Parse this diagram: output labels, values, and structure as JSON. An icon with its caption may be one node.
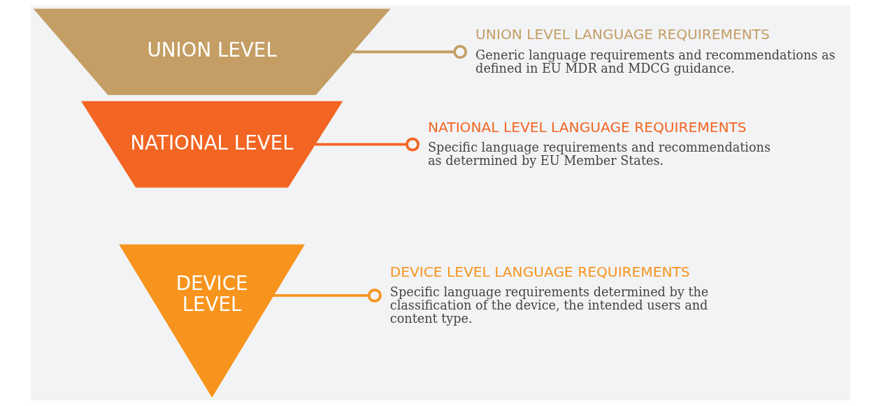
{
  "diagram": {
    "nodes": [
      {
        "text": [
          "UNION LEVEL"
        ]
      },
      {
        "text": [
          "NATIONAL LEVEL"
        ]
      },
      {
        "text": [
          "DEVICE LEVEL"
        ]
      },
      {
        "text": [
          "UNION LEVEL LANGUAGE REQUIREMENTS",
          "Generic language requirements and recommendations as defined in EU MDR and MDCG guidance."
        ]
      },
      {
        "text": [
          "NATIONAL LEVEL LANGUAGE REQUIREMENTS",
          "Specific language requirements and recommendations as determined by EU Member States."
        ]
      },
      {
        "text": [
          "DEVICE LEVEL LANGUAGE REQUIREMENTS",
          "Specific language requirements determined by the classification of the device, the intended users and content type."
        ]
      }
    ],
    "edges": [
      {
        "from": 0,
        "to": 3,
        "arrow": "other",
        "color": "#c49e64"
      },
      {
        "from": 1,
        "to": 4,
        "arrow": "other",
        "color": "#f26522"
      },
      {
        "from": 2,
        "to": 5,
        "arrow": "other",
        "color": "#f7941d"
      }
    ]
  }
}
